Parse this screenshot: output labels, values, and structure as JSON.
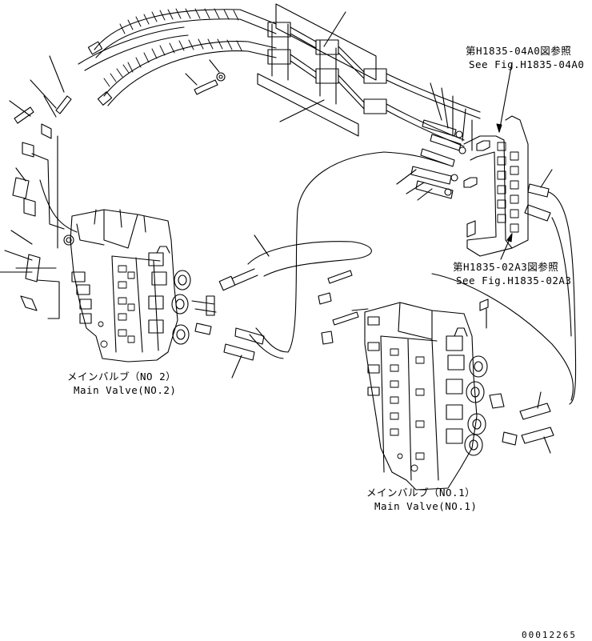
{
  "references": {
    "upper": {
      "jp": "第H1835-04A0図参照",
      "en": "See Fig.H1835-04A0"
    },
    "lower": {
      "jp": "第H1835-02A3図参照",
      "en": "See Fig.H1835-02A3"
    }
  },
  "valves": {
    "no2": {
      "jp": "メインバルブ（NO 2）",
      "en": "Main Valve(NO.2)"
    },
    "no1": {
      "jp": "メインバルブ（NO.1）",
      "en": "Main Valve(NO.1)"
    }
  },
  "drawing_number": "00012265"
}
